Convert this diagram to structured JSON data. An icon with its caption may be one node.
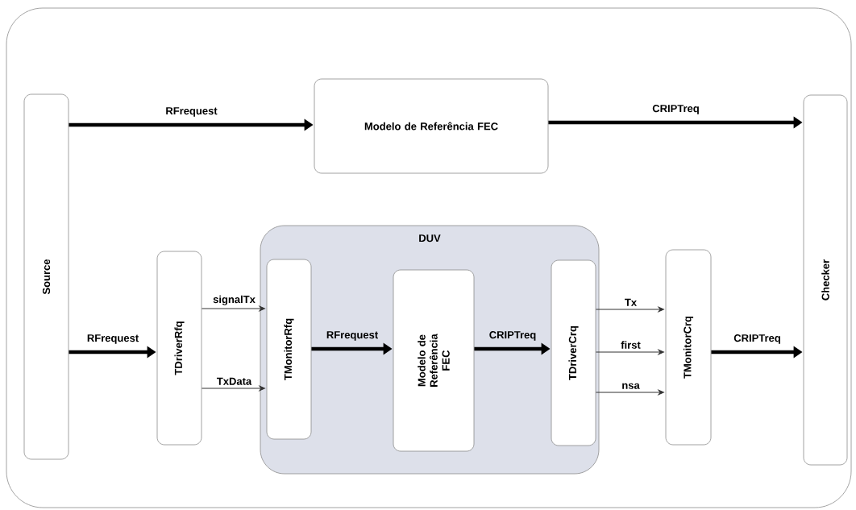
{
  "diagram": {
    "nodes": [
      {
        "text": [
          "Source"
        ]
      },
      {
        "text": [
          "Modelo de Referência FEC"
        ]
      },
      {
        "text": [
          "Checker"
        ]
      },
      {
        "text": [
          "TDriverRfq"
        ]
      },
      {
        "text": [
          "DUV"
        ]
      },
      {
        "text": [
          "TMonitorRfq"
        ],
        "in": 4
      },
      {
        "text": [
          "Modelo de Referência FEC"
        ],
        "in": 4
      },
      {
        "text": [
          "TDriverCrq"
        ],
        "in": 4
      },
      {
        "text": [
          "TMonitorCrq"
        ]
      }
    ],
    "edges": [
      {
        "from": 0,
        "to": 1,
        "arrow": "to",
        "label": "RFrequest"
      },
      {
        "from": 1,
        "to": 2,
        "arrow": "to",
        "label": "CRIPTreq"
      },
      {
        "from": 0,
        "to": 3,
        "arrow": "to",
        "label": "RFrequest"
      },
      {
        "from": 3,
        "to": 5,
        "arrow": "to",
        "label": "signalTx",
        "color": "#333333"
      },
      {
        "from": 3,
        "to": 5,
        "arrow": "to",
        "label": "TxData",
        "color": "#333333"
      },
      {
        "from": 5,
        "to": 6,
        "arrow": "to",
        "label": "RFrequest"
      },
      {
        "from": 6,
        "to": 7,
        "arrow": "to",
        "label": "CRIPTreq"
      },
      {
        "from": 7,
        "to": 8,
        "arrow": "to",
        "label": "Tx",
        "color": "#333333"
      },
      {
        "from": 7,
        "to": 8,
        "arrow": "to",
        "label": "first",
        "color": "#333333"
      },
      {
        "from": 7,
        "to": 8,
        "arrow": "to",
        "label": "nsa",
        "color": "#333333"
      },
      {
        "from": 8,
        "to": 2,
        "arrow": "to",
        "label": "CRIPTreq"
      }
    ]
  }
}
